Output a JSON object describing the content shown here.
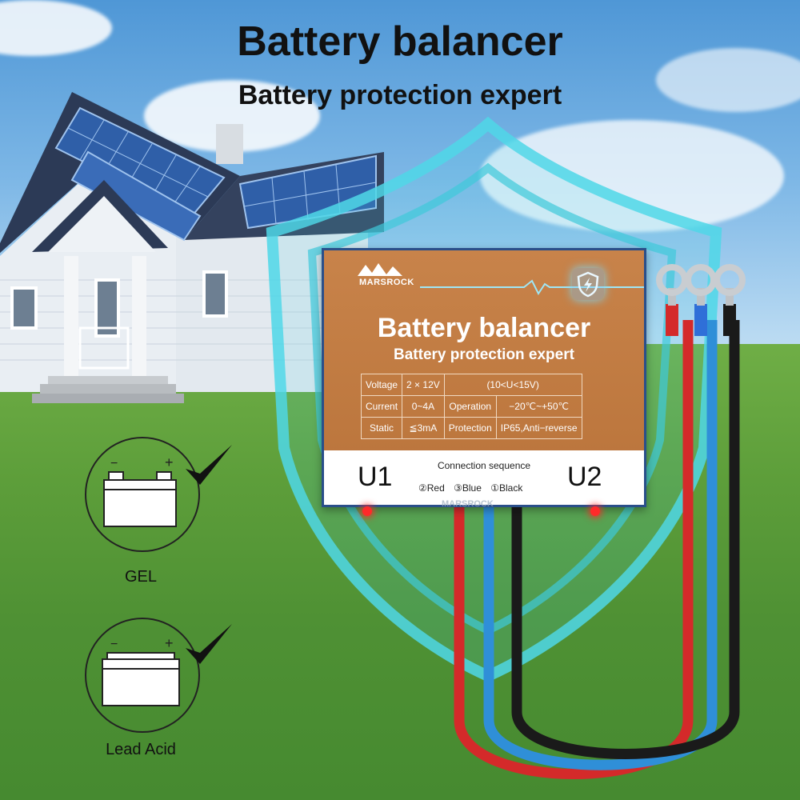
{
  "headline": {
    "title": "Battery balancer",
    "subtitle": "Battery protection expert"
  },
  "device": {
    "brand": "MARSROCK",
    "title": "Battery balancer",
    "subtitle": "Battery protection expert",
    "specs": [
      [
        "Voltage",
        "2 × 12V",
        "(10<U<15V)",
        ""
      ],
      [
        "Current",
        "0~4A",
        "Operation",
        "−20℃~+50℃"
      ],
      [
        "Static",
        "≦3mA",
        "Protection",
        "IP65,Anti−reverse"
      ]
    ],
    "u1": "U1",
    "u2": "U2",
    "connection_title": "Connection sequence",
    "sequence": [
      "②Red",
      "③Blue",
      "①Black"
    ],
    "bottom_brand": "MARSROCK"
  },
  "battery_types": [
    {
      "label": "GEL"
    },
    {
      "label": "Lead Acid"
    }
  ],
  "colors": {
    "device_body": "#bf7a40",
    "wire_red": "#d42a2a",
    "wire_blue": "#2f8fd8",
    "wire_black": "#1a1a1a",
    "shield": "#4fd8e8"
  }
}
